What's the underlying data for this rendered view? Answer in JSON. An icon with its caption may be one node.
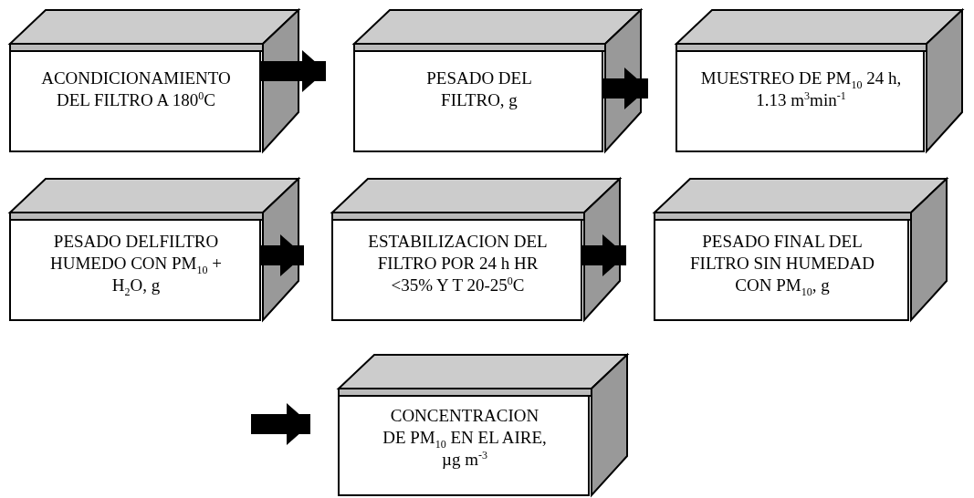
{
  "diagram": {
    "nodes": [
      {
        "text": [
          "ACONDICIONAMIENTO DEL FILTRO A 180$^{0}$C"
        ]
      },
      {
        "text": [
          "PESADO DEL FILTRO, g"
        ]
      },
      {
        "text": [
          "MUESTREO DE PM$_{10}$ 24 h, 1.13 m$^{3}$min$^{-1}$"
        ]
      },
      {
        "text": [
          "PESADO DELFILTRO HUMEDO CON PM$_{10}$ + H$_{2}$O, g"
        ]
      },
      {
        "text": [
          "ESTABILIZACION DEL FILTRO POR 24 h HR <35%  Y T 20-25$^{0}$C"
        ]
      },
      {
        "text": [
          "PESADO FINAL DEL FILTRO SIN HUMEDAD CON PM$_{10}$, g"
        ]
      },
      {
        "text": [
          "CONCENTRACION DE PM$_{10}$ EN EL AIRE, µg m$^{-3}$"
        ]
      }
    ],
    "edges": [
      {
        "from": 0,
        "to": 1,
        "arrow": "to"
      },
      {
        "from": 1,
        "to": 2,
        "arrow": "to"
      },
      {
        "from": 3,
        "to": 4,
        "arrow": "to"
      },
      {
        "from": 4,
        "to": 5,
        "arrow": "to"
      },
      {
        "from": null,
        "to": 6,
        "arrow": "to"
      }
    ]
  }
}
